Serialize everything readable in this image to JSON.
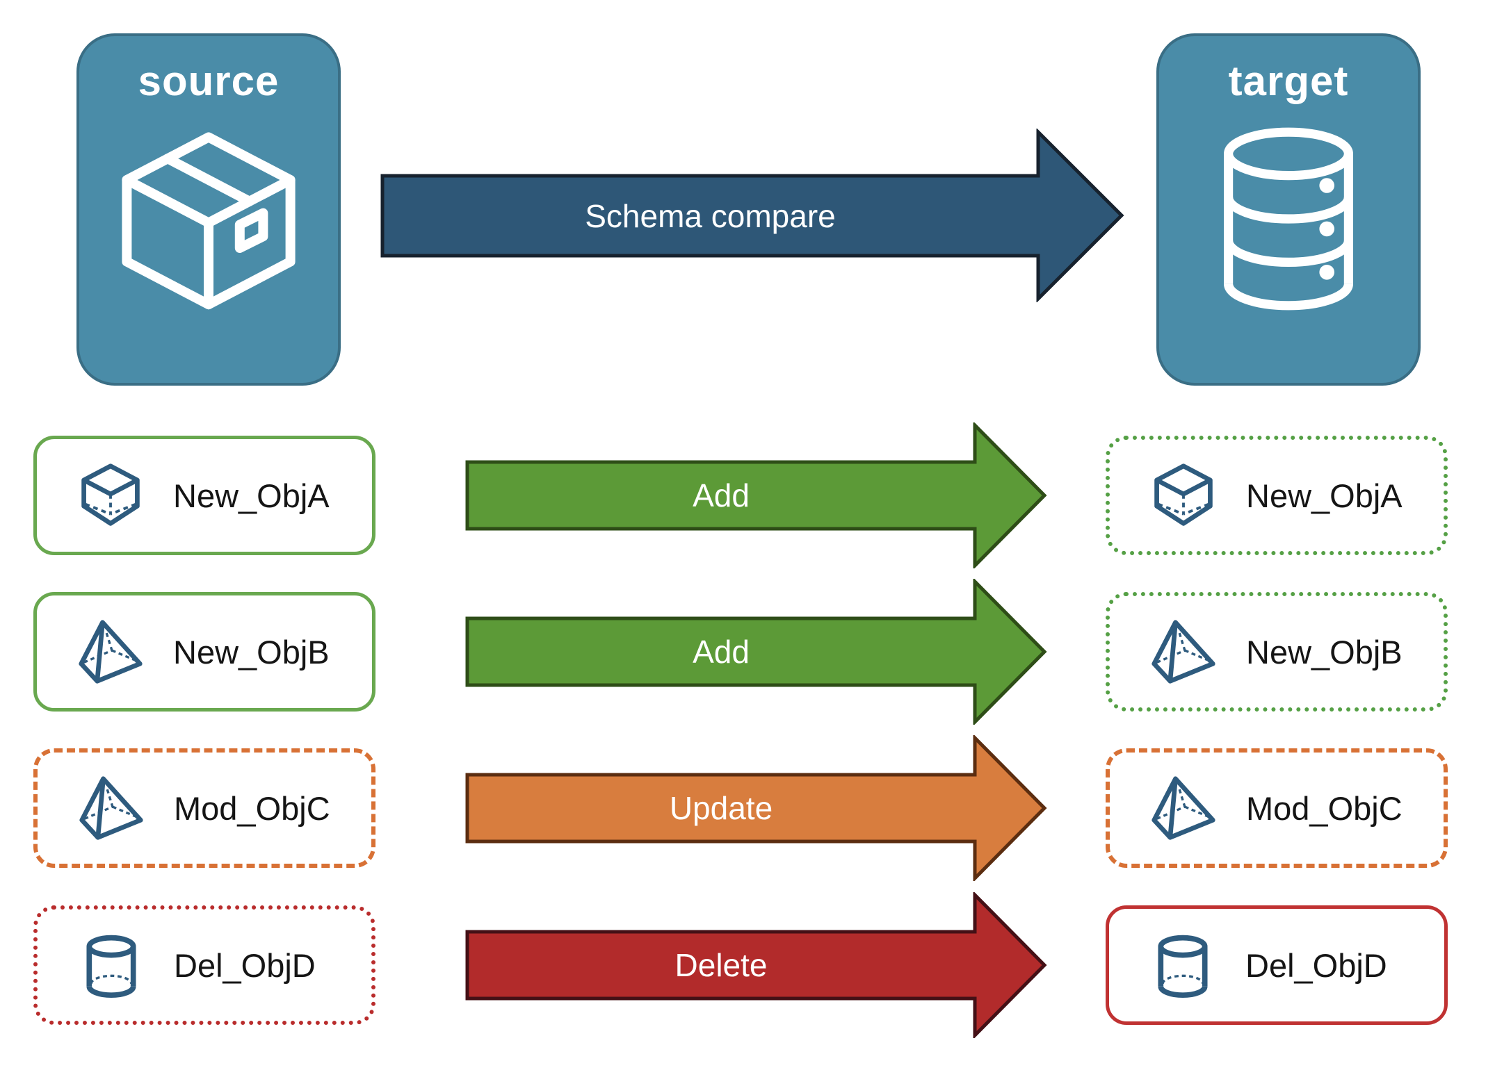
{
  "source_node": {
    "label": "source",
    "icon": "package-icon"
  },
  "target_node": {
    "label": "target",
    "icon": "database-icon"
  },
  "compare_arrow": {
    "label": "Schema compare"
  },
  "rows": [
    {
      "object_name": "New_ObjA",
      "action": "Add",
      "object_icon": "cube-icon",
      "change_type": "new",
      "left_box_border": "solid green",
      "right_box_border": "dotted green"
    },
    {
      "object_name": "New_ObjB",
      "action": "Add",
      "object_icon": "pyramid-icon",
      "change_type": "new",
      "left_box_border": "solid green",
      "right_box_border": "dotted green"
    },
    {
      "object_name": "Mod_ObjC",
      "action": "Update",
      "object_icon": "pyramid-icon",
      "change_type": "modified",
      "left_box_border": "dashed orange",
      "right_box_border": "dashed orange"
    },
    {
      "object_name": "Del_ObjD",
      "action": "Delete",
      "object_icon": "cylinder-icon",
      "change_type": "deleted",
      "left_box_border": "dotted red",
      "right_box_border": "solid red"
    }
  ],
  "colors": {
    "node_fill": "#4A8CA8",
    "node_border": "#3A6E85",
    "compare_arrow_fill": "#2E5777",
    "compare_arrow_outline": "#17222E",
    "add_arrow_fill": "#5C9A37",
    "add_arrow_outline": "#2E4D17",
    "update_arrow_fill": "#D87D3E",
    "update_arrow_outline": "#5B2D10",
    "delete_arrow_fill": "#B22B2B",
    "delete_arrow_outline": "#441016",
    "green_border_solid": "#69A84F",
    "green_border_dotted": "#55A045",
    "orange_border_dashed": "#D87135",
    "red_border_dotted": "#B92C2C",
    "red_border_solid": "#C03232",
    "object_icon_stroke": "#2E5B7E",
    "label_text": "#151515",
    "arrow_text": "#FFFFFF"
  }
}
